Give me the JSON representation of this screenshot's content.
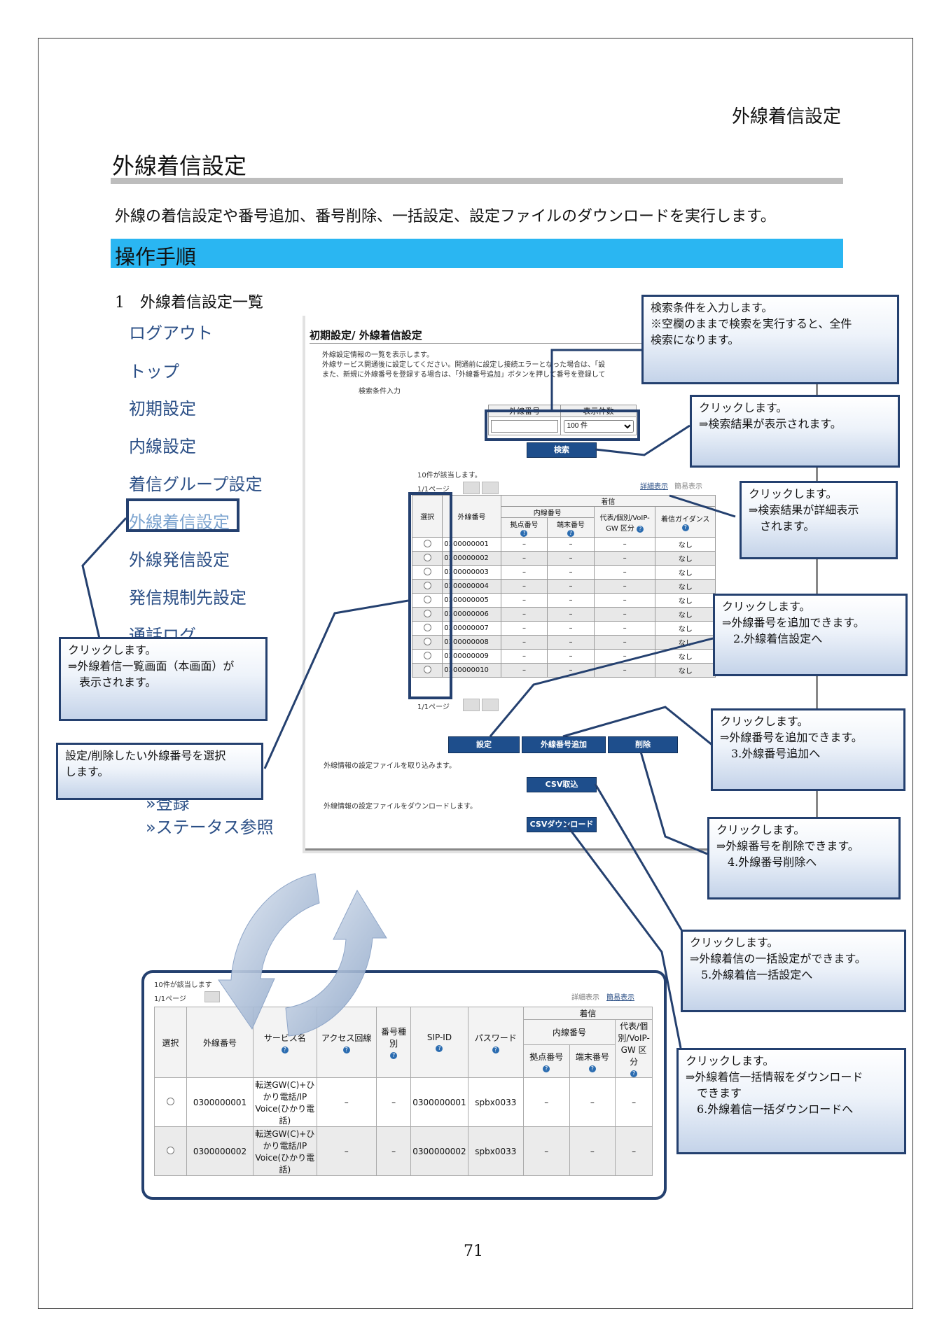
{
  "page": {
    "header_right": "外線着信設定",
    "title": "外線着信設定",
    "description": "外線の着信設定や番号追加、番号削除、一括設定、設定ファイルのダウンロードを実行します。",
    "section": "操作手順",
    "step": "1　外線着信設定一覧",
    "page_number": "71"
  },
  "sidebar": {
    "items": [
      {
        "label": "ログアウト"
      },
      {
        "label": "トップ"
      },
      {
        "label": "初期設定"
      },
      {
        "label": "内線設定"
      },
      {
        "label": "着信グループ設定"
      },
      {
        "label": "外線着信設定"
      },
      {
        "label": "外線発信設定"
      },
      {
        "label": "発信規制先設定"
      },
      {
        "label": "通話ログ"
      }
    ],
    "sub_items": [
      {
        "label": "»登録"
      },
      {
        "label": "»ステータス参照"
      }
    ]
  },
  "screen": {
    "title": "初期設定/ 外線着信設定",
    "intro": [
      "外線設定情報の一覧を表示します。",
      "外線サービス開通後に設定してください。開通前に設定し接続エラーとなった場合は、「設",
      "また、新規に外線番号を登録する場合は、「外線番号追加」ボタンを押して番号を登録して"
    ],
    "search_label": "検索条件入力",
    "search_col1": "外線番号",
    "search_col2": "表示件数",
    "search_select": "100 件",
    "search_button": "検索",
    "result_count": "10件が該当します。",
    "page_info": "1/1ページ",
    "page_info_bottom": "1/1ページ",
    "link_detail": "詳細表示",
    "link_simple": "簡易表示",
    "table_headers": {
      "select": "選択",
      "number": "外線番号",
      "incoming": "着信",
      "internal": "内線番号",
      "base": "拠点番号",
      "terminal": "端末番号",
      "rep": "代表/個別/VoIP-GW 区分",
      "guidance": "着信ガイダンス"
    },
    "rows": [
      {
        "number": "0300000001",
        "base": "–",
        "terminal": "–",
        "rep": "–",
        "guidance": "なし"
      },
      {
        "number": "0300000002",
        "base": "–",
        "terminal": "–",
        "rep": "–",
        "guidance": "なし"
      },
      {
        "number": "0300000003",
        "base": "–",
        "terminal": "–",
        "rep": "–",
        "guidance": "なし"
      },
      {
        "number": "0300000004",
        "base": "–",
        "terminal": "–",
        "rep": "–",
        "guidance": "なし"
      },
      {
        "number": "0300000005",
        "base": "–",
        "terminal": "–",
        "rep": "–",
        "guidance": "なし"
      },
      {
        "number": "0300000006",
        "base": "–",
        "terminal": "–",
        "rep": "–",
        "guidance": "なし"
      },
      {
        "number": "0300000007",
        "base": "–",
        "terminal": "–",
        "rep": "–",
        "guidance": "なし"
      },
      {
        "number": "0300000008",
        "base": "–",
        "terminal": "–",
        "rep": "–",
        "guidance": "なし"
      },
      {
        "number": "0300000009",
        "base": "–",
        "terminal": "–",
        "rep": "–",
        "guidance": "なし"
      },
      {
        "number": "0300000010",
        "base": "–",
        "terminal": "–",
        "rep": "–",
        "guidance": "なし"
      }
    ],
    "btn_set": "設定",
    "btn_add": "外線番号追加",
    "btn_delete": "削除",
    "csv_import_text": "外線情報の設定ファイルを取り込みます。",
    "btn_csv_import": "CSV取込",
    "csv_download_text": "外線情報の設定ファイルをダウンロードします。",
    "btn_csv_download": "CSVダウンロード"
  },
  "callouts": {
    "search": [
      "検索条件を入力します。",
      "※空欄のままで検索を実行すると、全件",
      "検索になります。"
    ],
    "search_btn": [
      "クリックします。",
      "⇒検索結果が表示されます。"
    ],
    "detail": [
      "クリックします。",
      "⇒検索結果が詳細表示",
      "　されます。"
    ],
    "add1": [
      "クリックします。",
      "⇒外線番号を追加できます。",
      "　2.外線着信設定へ"
    ],
    "sidebar": [
      "クリックします。",
      "⇒外線着信一覧画面（本画面）が",
      "　表示されます。"
    ],
    "add2": [
      "クリックします。",
      "⇒外線番号を追加できます。",
      "　3.外線番号追加へ"
    ],
    "select": [
      "設定/削除したい外線番号を選択",
      "します。"
    ],
    "delete": [
      "クリックします。",
      "⇒外線番号を削除できます。",
      "　4.外線番号削除へ"
    ],
    "bulk": [
      "クリックします。",
      "⇒外線着信の一括設定ができます。",
      "　5.外線着信一括設定へ"
    ],
    "download": [
      "クリックします。",
      "⇒外線着信一括情報をダウンロード",
      "　できます",
      "　6.外線着信一括ダウンロードへ"
    ]
  },
  "detail_view": {
    "result_count": "10件が該当します",
    "page_info": "1/1ページ",
    "link_detail": "詳細表示",
    "link_simple": "簡易表示",
    "headers": {
      "select": "選択",
      "number": "外線番号",
      "service": "サービス名",
      "access": "アクセス回線",
      "type": "番号種別",
      "sip": "SIP-ID",
      "password": "パスワード",
      "incoming": "着信",
      "internal": "内線番号",
      "base": "拠点番号",
      "terminal": "端末番号",
      "rep": "代表/個別/VoIP-GW 区分"
    },
    "rows": [
      {
        "number": "0300000001",
        "service": "転送GW(C)+ひかり電話/IP Voice(ひかり電話)",
        "access": "–",
        "type": "–",
        "sip": "0300000001",
        "password": "spbx0033",
        "base": "–",
        "terminal": "–",
        "rep": "–"
      },
      {
        "number": "0300000002",
        "service": "転送GW(C)+ひかり電話/IP Voice(ひかり電話)",
        "access": "–",
        "type": "–",
        "sip": "0300000002",
        "password": "spbx0033",
        "base": "–",
        "terminal": "–",
        "rep": "–"
      }
    ]
  }
}
